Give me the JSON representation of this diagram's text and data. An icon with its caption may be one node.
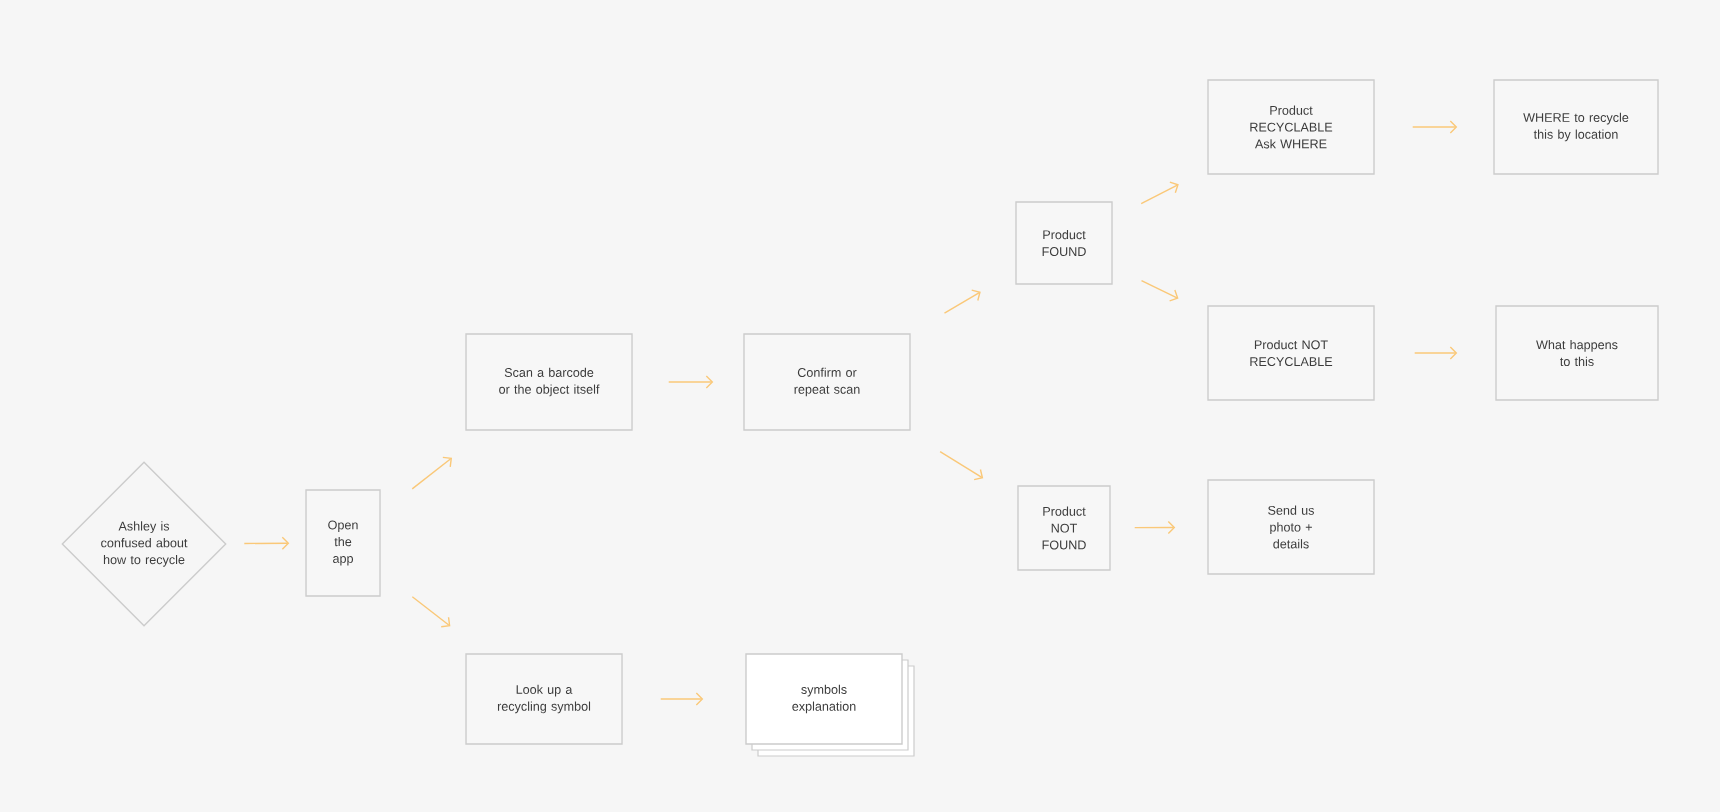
{
  "diagram": {
    "nodes": [
      {
        "text": [
          "Ashley is confused about how to recycle"
        ]
      },
      {
        "text": [
          "Open the app"
        ]
      },
      {
        "text": [
          "Scan a barcode or the object itself"
        ]
      },
      {
        "text": [
          "Look up a recycling symbol"
        ]
      },
      {
        "text": [
          "Confirm or repeat scan"
        ]
      },
      {
        "text": [
          "symbols explanation"
        ]
      },
      {
        "text": [
          "Product FOUND"
        ]
      },
      {
        "text": [
          "Product NOT FOUND"
        ]
      },
      {
        "text": [
          "Product RECYCLABLE Ask WHERE"
        ]
      },
      {
        "text": [
          "Product NOT RECYCLABLE"
        ]
      },
      {
        "text": [
          "Send us photo + details"
        ]
      },
      {
        "text": [
          "WHERE to recycle this by location"
        ]
      },
      {
        "text": [
          "What happens to this"
        ]
      }
    ],
    "edges": [
      {
        "from": 0,
        "to": 1,
        "arrow": "to"
      },
      {
        "from": 1,
        "to": 2,
        "arrow": "to"
      },
      {
        "from": 1,
        "to": 3,
        "arrow": "to"
      },
      {
        "from": 2,
        "to": 4,
        "arrow": "to"
      },
      {
        "from": 3,
        "to": 5,
        "arrow": "to"
      },
      {
        "from": 4,
        "to": 6,
        "arrow": "to"
      },
      {
        "from": 4,
        "to": 7,
        "arrow": "to"
      },
      {
        "from": 6,
        "to": 8,
        "arrow": "to"
      },
      {
        "from": 6,
        "to": 9,
        "arrow": "to"
      },
      {
        "from": 7,
        "to": 10,
        "arrow": "to"
      },
      {
        "from": 8,
        "to": 11,
        "arrow": "to"
      },
      {
        "from": 9,
        "to": 12,
        "arrow": "to"
      }
    ]
  }
}
